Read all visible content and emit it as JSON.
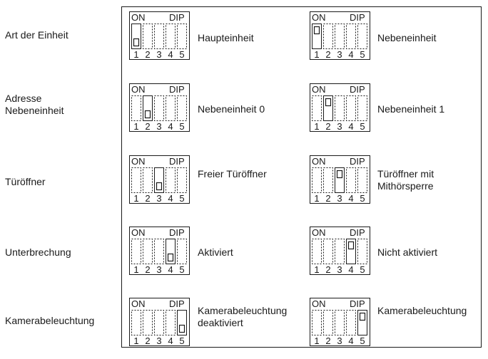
{
  "switch_labels": {
    "on": "ON",
    "dip": "DIP",
    "numbers": [
      "1",
      "2",
      "3",
      "4",
      "5"
    ]
  },
  "rows": [
    {
      "label": "Art der Einheit",
      "options": [
        {
          "text": "Haupteinheit",
          "switch": 1,
          "state": "off"
        },
        {
          "text": "Nebeneinheit",
          "switch": 1,
          "state": "on"
        }
      ]
    },
    {
      "label": "Adresse\nNebeneinheit",
      "options": [
        {
          "text": "Nebeneinheit 0",
          "switch": 2,
          "state": "off"
        },
        {
          "text": "Nebeneinheit 1",
          "switch": 2,
          "state": "on"
        }
      ]
    },
    {
      "label": "Türöffner",
      "options": [
        {
          "text": "Freier Türöffner",
          "switch": 3,
          "state": "off"
        },
        {
          "text": "Türöffner mit\nMithörsperre",
          "switch": 3,
          "state": "on"
        }
      ]
    },
    {
      "label": "Unterbrechung",
      "options": [
        {
          "text": "Aktiviert",
          "switch": 4,
          "state": "off"
        },
        {
          "text": "Nicht aktiviert",
          "switch": 4,
          "state": "on"
        }
      ]
    },
    {
      "label": "Kamerabeleuchtung",
      "options": [
        {
          "text": "Kamerabeleuchtung\ndeaktiviert",
          "switch": 5,
          "state": "off"
        },
        {
          "text": "Kamerabeleuchtung",
          "switch": 5,
          "state": "on"
        }
      ]
    }
  ]
}
